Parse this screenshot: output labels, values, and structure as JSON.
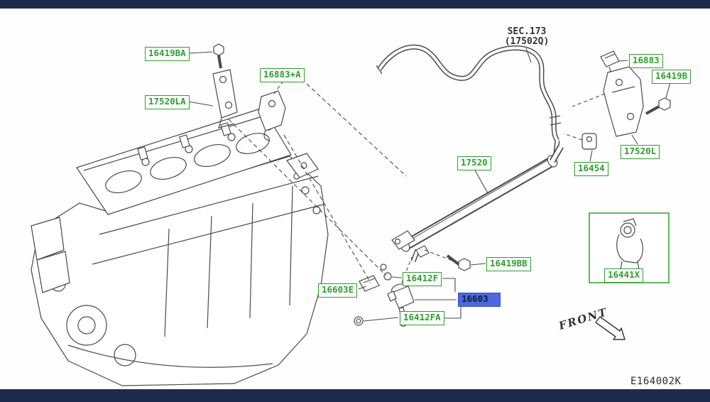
{
  "colors": {
    "bar_navy": "#1c2a4d",
    "label_green": "#2f9e2f",
    "highlight_blue": "#4b68e3",
    "highlight_border": "#3950c9",
    "line_gray": "#4a4a4a",
    "text_dark": "#333333"
  },
  "header": {
    "sec_line1": "SEC.173",
    "sec_line2": "(17502Q)"
  },
  "footer": {
    "diagram_code": "E164002K"
  },
  "front_indicator": {
    "label": "FRONT"
  },
  "highlighted_part": "16603",
  "labels": {
    "p16419BA": "16419BA",
    "p17520LA": "17520LA",
    "p16883A": "16883+A",
    "p16883": "16883",
    "p16419B": "16419B",
    "p17520L": "17520L",
    "p16454": "16454",
    "p17520": "17520",
    "p16419BB": "16419BB",
    "p16412F": "16412F",
    "p16603E": "16603E",
    "p16603": "16603",
    "p16412FA": "16412FA",
    "p16441X": "16441X"
  }
}
